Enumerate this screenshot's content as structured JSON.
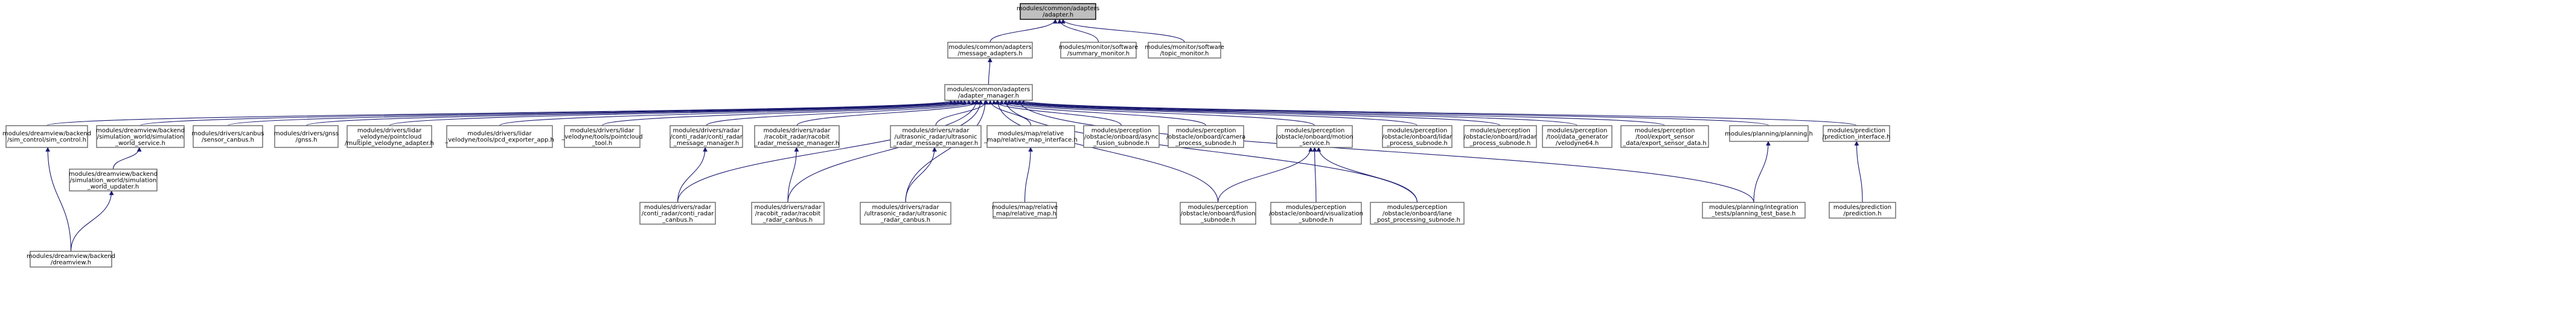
{
  "title": "",
  "colors": {
    "edge": "#191970",
    "root_fill": "#bfbfbf",
    "node_fill": "#ffffff",
    "node_stroke": "#666666"
  },
  "nodes": [
    {
      "id": "root",
      "lines": [
        "modules/common/adapters",
        "/adapter.h"
      ],
      "root": true
    },
    {
      "id": "msgadapters",
      "lines": [
        "modules/common/adapters",
        "/message_adapters.h"
      ]
    },
    {
      "id": "summon",
      "lines": [
        "modules/monitor/software",
        "/summary_monitor.h"
      ]
    },
    {
      "id": "topicmon",
      "lines": [
        "modules/monitor/software",
        "/topic_monitor.h"
      ]
    },
    {
      "id": "adaptermgr",
      "lines": [
        "modules/common/adapters",
        "/adapter_manager.h"
      ]
    },
    {
      "id": "simctrl",
      "lines": [
        "modules/dreamview/backend",
        "/sim_control/sim_control.h"
      ]
    },
    {
      "id": "simworldsvc",
      "lines": [
        "modules/dreamview/backend",
        "/simulation_world/simulation",
        "_world_service.h"
      ]
    },
    {
      "id": "canbus",
      "lines": [
        "modules/drivers/canbus",
        "/sensor_canbus.h"
      ]
    },
    {
      "id": "gnss",
      "lines": [
        "modules/drivers/gnss",
        "/gnss.h"
      ]
    },
    {
      "id": "velomulti",
      "lines": [
        "modules/drivers/lidar",
        "_velodyne/pointcloud",
        "/multiple_velodyne_adapter.h"
      ]
    },
    {
      "id": "pcdexp",
      "lines": [
        "modules/drivers/lidar",
        "_velodyne/tools/pcd_exporter_app.h"
      ]
    },
    {
      "id": "pctool",
      "lines": [
        "modules/drivers/lidar",
        "_velodyne/tools/pointcloud",
        "_tool.h"
      ]
    },
    {
      "id": "contimsg",
      "lines": [
        "modules/drivers/radar",
        "/conti_radar/conti_radar",
        "_message_manager.h"
      ]
    },
    {
      "id": "racobitmsg",
      "lines": [
        "modules/drivers/radar",
        "/racobit_radar/racobit",
        "_radar_message_manager.h"
      ]
    },
    {
      "id": "ultramsg",
      "lines": [
        "modules/drivers/radar",
        "/ultrasonic_radar/ultrasonic",
        "_radar_message_manager.h"
      ]
    },
    {
      "id": "relmapiface",
      "lines": [
        "modules/map/relative",
        "_map/relative_map_interface.h"
      ]
    },
    {
      "id": "asyncfusion",
      "lines": [
        "modules/perception",
        "/obstacle/onboard/async",
        "_fusion_subnode.h"
      ]
    },
    {
      "id": "camproc",
      "lines": [
        "modules/perception",
        "/obstacle/onboard/camera",
        "_process_subnode.h"
      ]
    },
    {
      "id": "motionsvc",
      "lines": [
        "modules/perception",
        "/obstacle/onboard/motion",
        "_service.h"
      ]
    },
    {
      "id": "lidarproc",
      "lines": [
        "modules/perception",
        "/obstacle/onboard/lidar",
        "_process_subnode.h"
      ]
    },
    {
      "id": "radarproc",
      "lines": [
        "modules/perception",
        "/obstacle/onboard/radar",
        "_process_subnode.h"
      ]
    },
    {
      "id": "velo64",
      "lines": [
        "modules/perception",
        "/tool/data_generator",
        "/velodyne64.h"
      ]
    },
    {
      "id": "exportsensor",
      "lines": [
        "modules/perception",
        "/tool/export_sensor",
        "_data/export_sensor_data.h"
      ]
    },
    {
      "id": "planning",
      "lines": [
        "modules/planning/planning.h"
      ]
    },
    {
      "id": "predface",
      "lines": [
        "modules/prediction",
        "/prediction_interface.h"
      ]
    },
    {
      "id": "simworldupd",
      "lines": [
        "modules/dreamview/backend",
        "/simulation_world/simulation",
        "_world_updater.h"
      ]
    },
    {
      "id": "contican",
      "lines": [
        "modules/drivers/radar",
        "/conti_radar/conti_radar",
        "_canbus.h"
      ]
    },
    {
      "id": "racobitcan",
      "lines": [
        "modules/drivers/radar",
        "/racobit_radar/racobit",
        "_radar_canbus.h"
      ]
    },
    {
      "id": "ultracan",
      "lines": [
        "modules/drivers/radar",
        "/ultrasonic_radar/ultrasonic",
        "_radar_canbus.h"
      ]
    },
    {
      "id": "relmap",
      "lines": [
        "modules/map/relative",
        "_map/relative_map.h"
      ]
    },
    {
      "id": "fusionsub",
      "lines": [
        "modules/perception",
        "/obstacle/onboard/fusion",
        "_subnode.h"
      ]
    },
    {
      "id": "visualsub",
      "lines": [
        "modules/perception",
        "/obstacle/onboard/visualization",
        "_subnode.h"
      ]
    },
    {
      "id": "lanepost",
      "lines": [
        "modules/perception",
        "/obstacle/onboard/lane",
        "_post_processing_subnode.h"
      ]
    },
    {
      "id": "plantest",
      "lines": [
        "modules/planning/integration",
        "_tests/planning_test_base.h"
      ]
    },
    {
      "id": "prediction",
      "lines": [
        "modules/prediction",
        "/prediction.h"
      ]
    },
    {
      "id": "dreamview",
      "lines": [
        "modules/dreamview/backend",
        "/dreamview.h"
      ]
    }
  ],
  "edges": [
    [
      "msgadapters",
      "root"
    ],
    [
      "summon",
      "root"
    ],
    [
      "topicmon",
      "root"
    ],
    [
      "adaptermgr",
      "msgadapters"
    ],
    [
      "simctrl",
      "adaptermgr"
    ],
    [
      "simworldsvc",
      "adaptermgr"
    ],
    [
      "canbus",
      "adaptermgr"
    ],
    [
      "gnss",
      "adaptermgr"
    ],
    [
      "velomulti",
      "adaptermgr"
    ],
    [
      "pcdexp",
      "adaptermgr"
    ],
    [
      "pctool",
      "adaptermgr"
    ],
    [
      "contimsg",
      "adaptermgr"
    ],
    [
      "racobitmsg",
      "adaptermgr"
    ],
    [
      "ultramsg",
      "adaptermgr"
    ],
    [
      "relmapiface",
      "adaptermgr"
    ],
    [
      "asyncfusion",
      "adaptermgr"
    ],
    [
      "camproc",
      "adaptermgr"
    ],
    [
      "motionsvc",
      "adaptermgr"
    ],
    [
      "lidarproc",
      "adaptermgr"
    ],
    [
      "radarproc",
      "adaptermgr"
    ],
    [
      "velo64",
      "adaptermgr"
    ],
    [
      "exportsensor",
      "adaptermgr"
    ],
    [
      "planning",
      "adaptermgr"
    ],
    [
      "predface",
      "adaptermgr"
    ],
    [
      "contican",
      "adaptermgr"
    ],
    [
      "racobitcan",
      "adaptermgr"
    ],
    [
      "ultracan",
      "adaptermgr"
    ],
    [
      "fusionsub",
      "adaptermgr"
    ],
    [
      "lanepost",
      "adaptermgr"
    ],
    [
      "plantest",
      "adaptermgr"
    ],
    [
      "simworldupd",
      "simworldsvc"
    ],
    [
      "dreamview",
      "simctrl"
    ],
    [
      "dreamview",
      "simworldupd"
    ],
    [
      "contican",
      "contimsg"
    ],
    [
      "racobitcan",
      "racobitmsg"
    ],
    [
      "ultracan",
      "ultramsg"
    ],
    [
      "relmap",
      "relmapiface"
    ],
    [
      "fusionsub",
      "motionsvc"
    ],
    [
      "visualsub",
      "motionsvc"
    ],
    [
      "lanepost",
      "motionsvc"
    ],
    [
      "plantest",
      "planning"
    ],
    [
      "prediction",
      "predface"
    ]
  ]
}
